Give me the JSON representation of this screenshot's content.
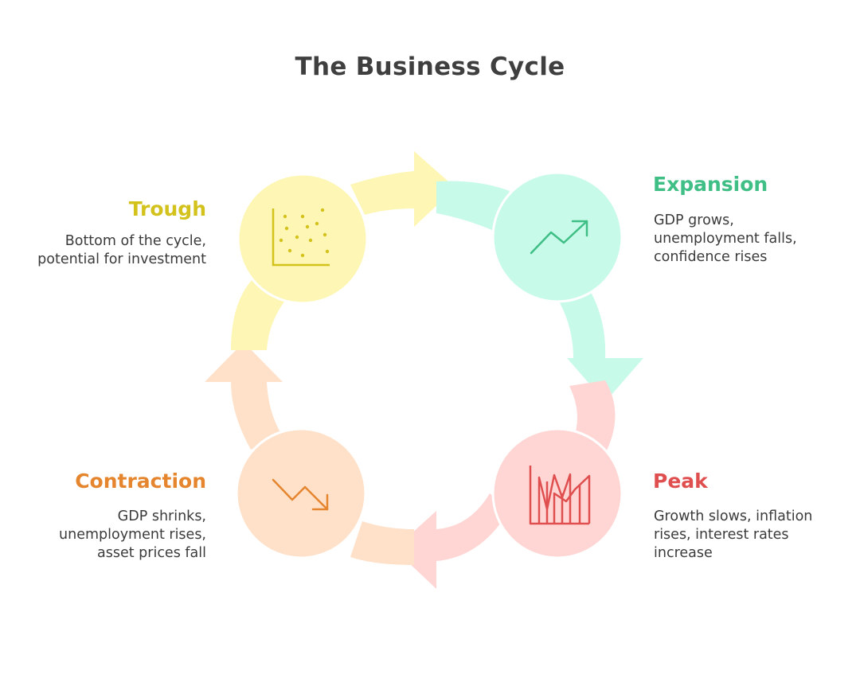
{
  "title": "The Business Cycle",
  "phases": {
    "trough": {
      "name": "Trough",
      "desc": [
        "Bottom of the cycle,",
        "potential for investment"
      ],
      "icon": "scatter-plot-icon",
      "color": "#fdf6b4",
      "accent": "#d4c21c"
    },
    "expansion": {
      "name": "Expansion",
      "desc": [
        "GDP grows,",
        "unemployment falls,",
        "confidence rises"
      ],
      "icon": "trend-up-icon",
      "color": "#c8faea",
      "accent": "#3fbf85"
    },
    "peak": {
      "name": "Peak",
      "desc": [
        "Growth slows, inflation",
        "rises, interest rates",
        "increase"
      ],
      "icon": "volatile-chart-icon",
      "color": "#ffd6d4",
      "accent": "#e04f4f"
    },
    "contraction": {
      "name": "Contraction",
      "desc": [
        "GDP shrinks,",
        "unemployment rises,",
        "asset prices fall"
      ],
      "icon": "trend-down-icon",
      "color": "#ffe1c9",
      "accent": "#e5862f"
    }
  }
}
